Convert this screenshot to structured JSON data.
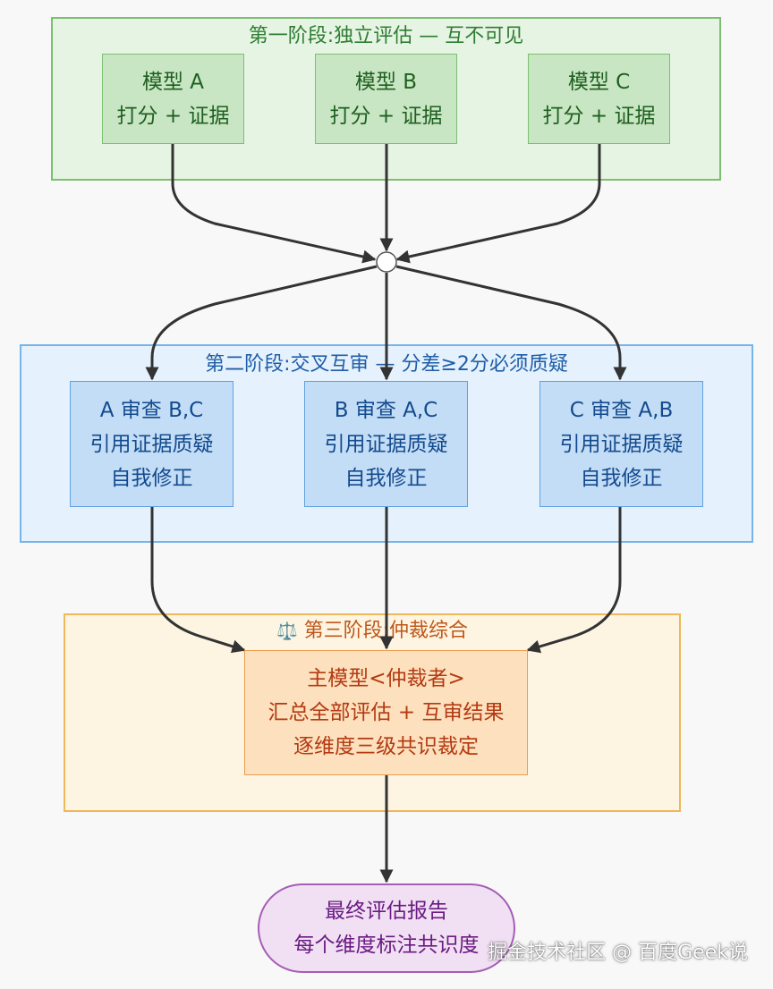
{
  "phase1": {
    "title": "第一阶段:独立评估 — 互不可见",
    "nodes": [
      {
        "line1": "模型 A",
        "line2": "打分 + 证据"
      },
      {
        "line1": "模型 B",
        "line2": "打分 + 证据"
      },
      {
        "line1": "模型 C",
        "line2": "打分 + 证据"
      }
    ]
  },
  "phase2": {
    "title": "第二阶段:交叉互审 — 分差≥2分必须质疑",
    "nodes": [
      {
        "line1": "A 审查 B,C",
        "line2": "引用证据质疑",
        "line3": "自我修正"
      },
      {
        "line1": "B 审查 A,C",
        "line2": "引用证据质疑",
        "line3": "自我修正"
      },
      {
        "line1": "C 审查 A,B",
        "line2": "引用证据质疑",
        "line3": "自我修正"
      }
    ]
  },
  "phase3": {
    "emoji": "⚖️",
    "title": "第三阶段:仲裁综合",
    "node": {
      "line1": "主模型<仲裁者>",
      "line2": "汇总全部评估 + 互审结果",
      "line3": "逐维度三级共识裁定"
    }
  },
  "final": {
    "line1": "最终评估报告",
    "line2": "每个维度标注共识度"
  },
  "watermark": "掘金技术社区 @ 百度Geek说"
}
